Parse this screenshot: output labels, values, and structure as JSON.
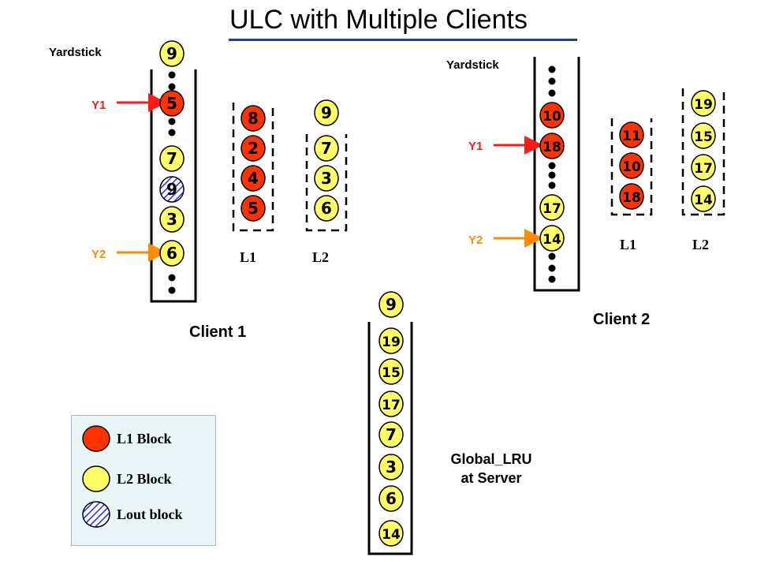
{
  "title": "ULC with Multiple Clients",
  "colors": {
    "l1": "#ff3300",
    "l2": "#ffff66",
    "lout": "#2a2aff",
    "title_rule": "#1f3f9e",
    "y1_arrow": "#ff1a1a",
    "y2_arrow": "#ff8c00"
  },
  "client1": {
    "label": "Client 1",
    "yardstick_label": "Yardstick",
    "y1_label": "Y1",
    "y2_label": "Y2",
    "l1_label": "L1",
    "l2_label": "L2",
    "yardstick": [
      {
        "num": "9",
        "type": "l2"
      },
      {
        "num": "5",
        "type": "l1"
      },
      {
        "num": "7",
        "type": "l2"
      },
      {
        "num": "9",
        "type": "lout"
      },
      {
        "num": "3",
        "type": "l2"
      },
      {
        "num": "6",
        "type": "l2"
      }
    ],
    "l1_header": {
      "num": "8",
      "type": "l1"
    },
    "l1": [
      {
        "num": "2",
        "type": "l1"
      },
      {
        "num": "4",
        "type": "l1"
      },
      {
        "num": "5",
        "type": "l1"
      }
    ],
    "l2_header": {
      "num": "9",
      "type": "l2"
    },
    "l2": [
      {
        "num": "7",
        "type": "l2"
      },
      {
        "num": "3",
        "type": "l2"
      },
      {
        "num": "6",
        "type": "l2"
      }
    ]
  },
  "client2": {
    "label": "Client 2",
    "yardstick_label": "Yardstick",
    "y1_label": "Y1",
    "y2_label": "Y2",
    "l1_label": "L1",
    "l2_label": "L2",
    "yardstick": [
      {
        "num": "10",
        "type": "l1"
      },
      {
        "num": "18",
        "type": "l1"
      },
      {
        "num": "17",
        "type": "l2"
      },
      {
        "num": "14",
        "type": "l2"
      }
    ],
    "l1": [
      {
        "num": "11",
        "type": "l1"
      },
      {
        "num": "10",
        "type": "l1"
      },
      {
        "num": "18",
        "type": "l1"
      }
    ],
    "l2": [
      {
        "num": "19",
        "type": "l2"
      },
      {
        "num": "15",
        "type": "l2"
      },
      {
        "num": "17",
        "type": "l2"
      },
      {
        "num": "14",
        "type": "l2"
      }
    ]
  },
  "server": {
    "label_line1": "Global_LRU",
    "label_line2": "at Server",
    "header": {
      "num": "9",
      "type": "l2"
    },
    "list": [
      {
        "num": "19",
        "type": "l2"
      },
      {
        "num": "15",
        "type": "l2"
      },
      {
        "num": "17",
        "type": "l2"
      },
      {
        "num": "7",
        "type": "l2"
      },
      {
        "num": "3",
        "type": "l2"
      },
      {
        "num": "6",
        "type": "l2"
      },
      {
        "num": "14",
        "type": "l2"
      }
    ]
  },
  "legend": {
    "l1": "L1 Block",
    "l2": "L2 Block",
    "lout": "Lout block"
  }
}
